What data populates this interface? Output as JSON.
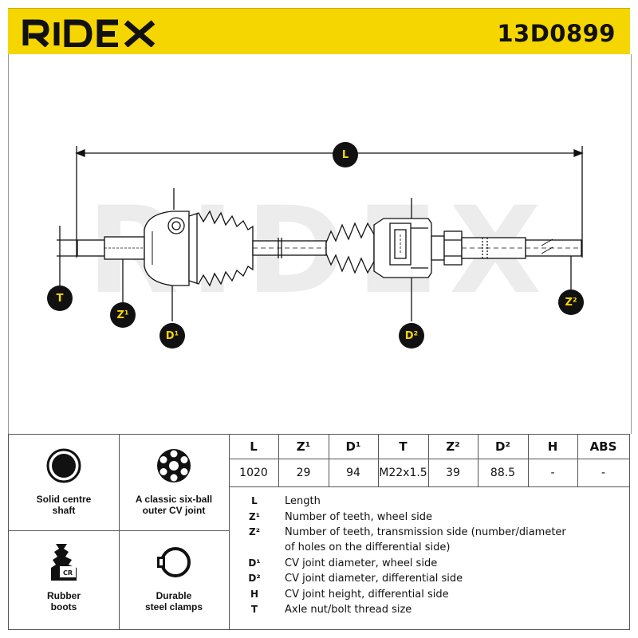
{
  "header": {
    "brand": "RIDEX",
    "part_number": "13D0899",
    "accent_color": "#f6d600"
  },
  "drawing": {
    "watermark": "RIDEX",
    "callouts": {
      "L": "L",
      "T": "T",
      "Z1": "Z¹",
      "D1": "D¹",
      "D2": "D²",
      "Z2": "Z²"
    }
  },
  "features": [
    {
      "icon": "solid-shaft-icon",
      "label": "Solid centre\nshaft"
    },
    {
      "icon": "six-ball-joint-icon",
      "label": "A classic six-ball\nouter CV joint"
    },
    {
      "icon": "rubber-boot-icon",
      "label": "Rubber\nboots",
      "icon_text": "CR"
    },
    {
      "icon": "steel-clamp-icon",
      "label": "Durable\nsteel clamps"
    }
  ],
  "spec_table": {
    "headers": [
      "L",
      "Z¹",
      "D¹",
      "T",
      "Z²",
      "D²",
      "H",
      "ABS"
    ],
    "values": [
      "1020",
      "29",
      "94",
      "M22x1.5",
      "39",
      "88.5",
      "-",
      "-"
    ]
  },
  "legend": [
    {
      "key": "L",
      "text": "Length"
    },
    {
      "key": "Z¹",
      "text": "Number of teeth, wheel side"
    },
    {
      "key": "Z²",
      "text": "Number of teeth, transmission side (number/diameter"
    },
    {
      "key": "",
      "text": "of holes on the differential side)"
    },
    {
      "key": "D¹",
      "text": "CV joint diameter, wheel side"
    },
    {
      "key": "D²",
      "text": "CV joint diameter, differential side"
    },
    {
      "key": "H",
      "text": "CV joint height, differential side"
    },
    {
      "key": "T",
      "text": "Axle nut/bolt thread size"
    }
  ]
}
